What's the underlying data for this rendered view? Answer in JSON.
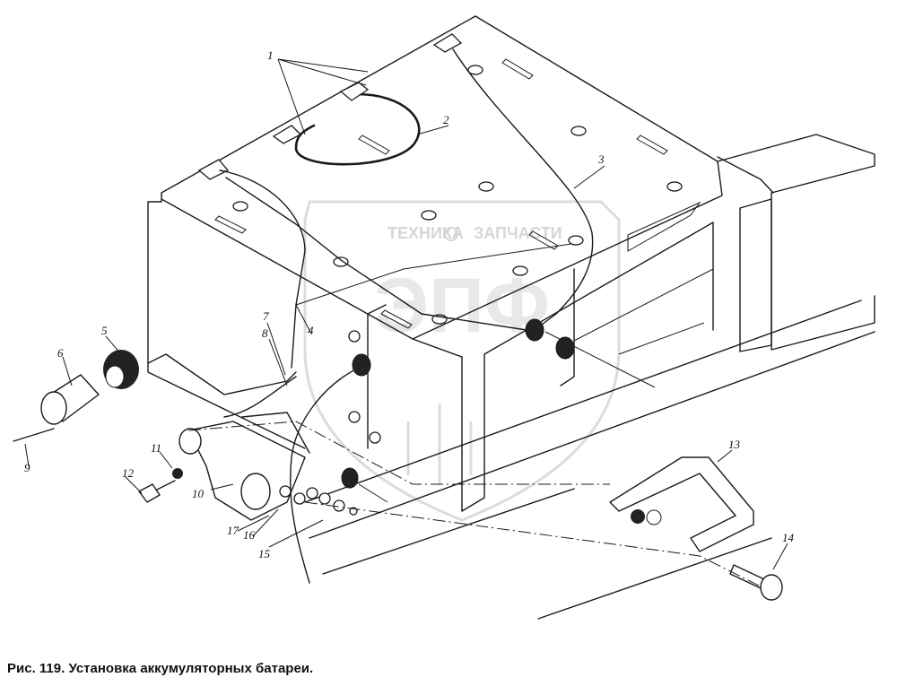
{
  "caption": "Рис. 119. Установка аккумуляторных батареи.",
  "watermark": {
    "left_text": "ТЕХНИКА",
    "right_text": "ЗАПЧАСТИ",
    "emblem_text": "ЭПФ"
  },
  "callouts": [
    "1",
    "2",
    "3",
    "4",
    "5",
    "6",
    "7",
    "8",
    "9",
    "10",
    "11",
    "12",
    "13",
    "14",
    "15",
    "16",
    "17"
  ]
}
